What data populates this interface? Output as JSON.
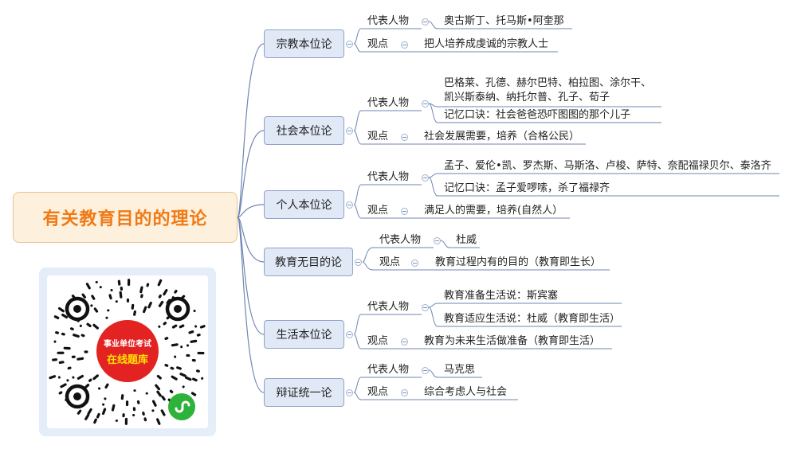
{
  "root": {
    "title": "有关教育目的的理论"
  },
  "branches": [
    {
      "name": "宗教本位论",
      "rep_label": "代表人物",
      "reps": [
        "奥古斯丁、托马斯•阿奎那"
      ],
      "view_label": "观点",
      "view": "把人培养成虔诚的宗教人士"
    },
    {
      "name": "社会本位论",
      "rep_label": "代表人物",
      "reps": [
        "巴格莱、孔德、赫尔巴特、柏拉图、涂尔干、\n凯兴斯泰纳、纳托尔普、孔子、荀子",
        "记忆口诀：社会爸爸恐吓图图的那个儿子"
      ],
      "view_label": "观点",
      "view": "社会发展需要，培养（合格公民）"
    },
    {
      "name": "个人本位论",
      "rep_label": "代表人物",
      "reps": [
        "孟子、爱伦•凯、罗杰斯、马斯洛、卢梭、萨特、奈配福禄贝尔、泰洛齐",
        "记忆口诀：孟子爱啰嗦，杀了福禄齐"
      ],
      "view_label": "观点",
      "view": "满足人的需要，培养(自然人）"
    },
    {
      "name": "教育无目的论",
      "rep_label": "代表人物",
      "reps": [
        "杜威"
      ],
      "view_label": "观点",
      "view": "教育过程内有的目的（教育即生长）"
    },
    {
      "name": "生活本位论",
      "rep_label": "代表人物",
      "reps": [
        "教育准备生活说：斯宾塞",
        "教育适应生活说：杜威（教育即生活）"
      ],
      "view_label": "观点",
      "view": "教育为未来生活做准备（教育即生活）"
    },
    {
      "name": "辩证统一论",
      "rep_label": "代表人物",
      "reps": [
        "马克思"
      ],
      "view_label": "观点",
      "view": "综合考虑人与社会"
    }
  ],
  "qr": {
    "line1": "事业单位考试",
    "line2": "在线题库"
  },
  "icons": {
    "mini_program": "mini-program-icon",
    "collapse": "collapse-toggle-icon"
  },
  "colors": {
    "root_text": "#f07a16",
    "root_bg": "#fdf0dc",
    "branch_bg": "#e1e9f6",
    "connector": "#6f86b3",
    "qr_center": "#e32222",
    "qr_text": "#ffe300"
  }
}
